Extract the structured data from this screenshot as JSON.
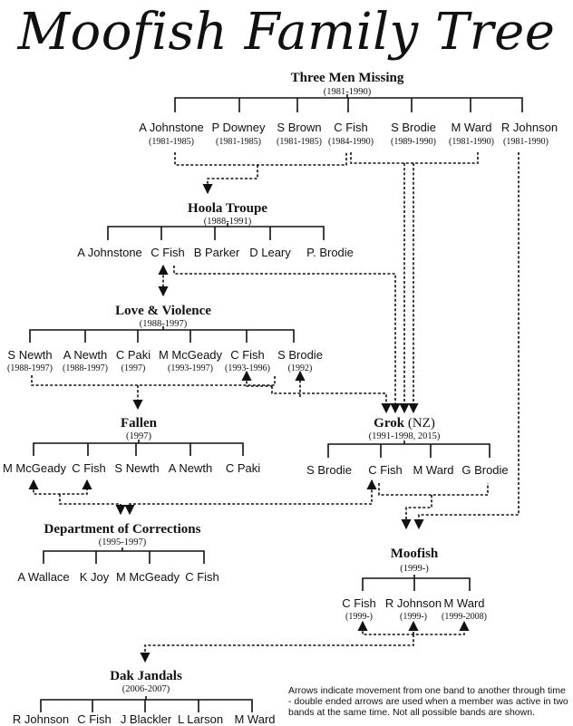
{
  "title": "Moofish Family Tree",
  "bands": {
    "three_men_missing": {
      "name": "Three Men Missing",
      "years": "(1981-1990)",
      "members": [
        {
          "name": "A Johnstone",
          "years": "(1981-1985)"
        },
        {
          "name": "P Downey",
          "years": "(1981-1985)"
        },
        {
          "name": "S Brown",
          "years": "(1981-1985)"
        },
        {
          "name": "C Fish",
          "years": "(1984-1990)"
        },
        {
          "name": "S Brodie",
          "years": "(1989-1990)"
        },
        {
          "name": "M Ward",
          "years": "(1981-1990)"
        },
        {
          "name": "R Johnson",
          "years": "(1981-1990)"
        }
      ]
    },
    "hoola_troupe": {
      "name": "Hoola Troupe",
      "years": "(1988-1991)",
      "members": [
        {
          "name": "A Johnstone"
        },
        {
          "name": "C Fish"
        },
        {
          "name": "B Parker"
        },
        {
          "name": "D Leary"
        },
        {
          "name": "P. Brodie"
        }
      ]
    },
    "love_violence": {
      "name": "Love & Violence",
      "years": "(1988-1997)",
      "members": [
        {
          "name": "S Newth",
          "years": "(1988-1997)"
        },
        {
          "name": "A Newth",
          "years": "(1988-1997)"
        },
        {
          "name": "C Paki",
          "years": "(1997)"
        },
        {
          "name": "M McGeady",
          "years": "(1993-1997)"
        },
        {
          "name": "C Fish",
          "years": "(1993-1996)"
        },
        {
          "name": "S Brodie",
          "years": "(1992)"
        }
      ]
    },
    "fallen": {
      "name": "Fallen",
      "years": "(1997)",
      "members": [
        {
          "name": "M McGeady"
        },
        {
          "name": "C Fish"
        },
        {
          "name": "S Newth"
        },
        {
          "name": "A Newth"
        },
        {
          "name": "C Paki"
        }
      ]
    },
    "grok": {
      "name": "Grok",
      "suffix": "(NZ)",
      "years": "(1991-1998, 2015)",
      "members": [
        {
          "name": "S Brodie"
        },
        {
          "name": "C Fish"
        },
        {
          "name": "M Ward"
        },
        {
          "name": "G Brodie"
        }
      ]
    },
    "doc": {
      "name": "Department of Corrections",
      "years": "(1995-1997)",
      "members": [
        {
          "name": "A Wallace"
        },
        {
          "name": "K Joy"
        },
        {
          "name": "M McGeady"
        },
        {
          "name": "C Fish"
        }
      ]
    },
    "moofish": {
      "name": "Moofish",
      "years": "(1999-)",
      "members": [
        {
          "name": "C Fish",
          "years": "(1999-)"
        },
        {
          "name": "R Johnson",
          "years": "(1999-)"
        },
        {
          "name": "M Ward",
          "years": "(1999-2008)"
        }
      ]
    },
    "dak_jandals": {
      "name": "Dak Jandals",
      "years": "(2006-2007)",
      "members": [
        {
          "name": "R Johnson"
        },
        {
          "name": "C Fish"
        },
        {
          "name": "J Blackler"
        },
        {
          "name": "L Larson"
        },
        {
          "name": "M Ward"
        }
      ]
    }
  },
  "note": "Arrows indicate movement from one band to another through time - double ended arrows are used when a member was active in two bands at the same time. Not all possible bands are shown."
}
